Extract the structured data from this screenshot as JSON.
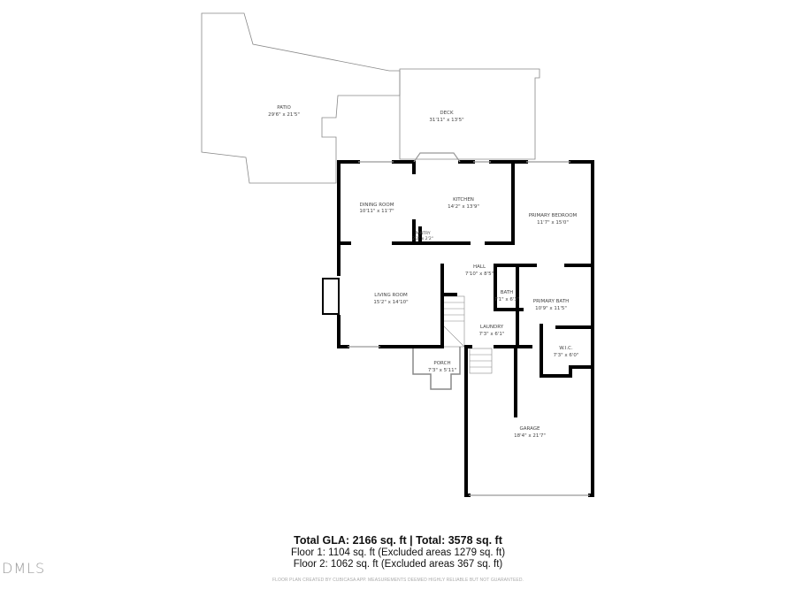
{
  "rooms": {
    "patio": {
      "name": "PATIO",
      "dims": "29'6\" x 21'5\""
    },
    "deck": {
      "name": "DECK",
      "dims": "31'11\" x 13'5\""
    },
    "dining": {
      "name": "DINING ROOM",
      "dims": "10'11\" x 11'7\""
    },
    "kitchen": {
      "name": "KITCHEN",
      "dims": "14'2\" x 13'9\""
    },
    "pantry": {
      "name": "PANTRY",
      "dims": "2'2\" x 2'2\""
    },
    "primary_bedroom": {
      "name": "PRIMARY BEDROOM",
      "dims": "11'7\" x 15'0\""
    },
    "hall": {
      "name": "HALL",
      "dims": "7'10\" x 8'5\""
    },
    "bath": {
      "name": "BATH",
      "dims": "7'1\" x 6'3\""
    },
    "primary_bath": {
      "name": "PRIMARY BATH",
      "dims": "10'9\" x 11'5\""
    },
    "living": {
      "name": "LIVING ROOM",
      "dims": "15'2\" x 14'10\""
    },
    "laundry": {
      "name": "LAUNDRY",
      "dims": "7'3\" x 6'1\""
    },
    "wic": {
      "name": "W.I.C.",
      "dims": "7'3\" x 6'0\""
    },
    "porch": {
      "name": "PORCH",
      "dims": "7'3\" x 5'11\""
    },
    "garage": {
      "name": "GARAGE",
      "dims": "18'4\" x 21'7\""
    }
  },
  "footer": {
    "total": "Total GLA: 2166 sq. ft | Total: 3578 sq. ft",
    "floor1": "Floor 1: 1104 sq. ft (Excluded areas 1279 sq. ft)",
    "floor2": "Floor 2: 1062 sq. ft (Excluded areas 367 sq. ft)",
    "disclaimer": "FLOOR PLAN CREATED BY CUBICASA APP. MEASUREMENTS DEEMED HIGHLY RELIABLE BUT NOT GUARANTEED."
  },
  "logo": "DMLS"
}
